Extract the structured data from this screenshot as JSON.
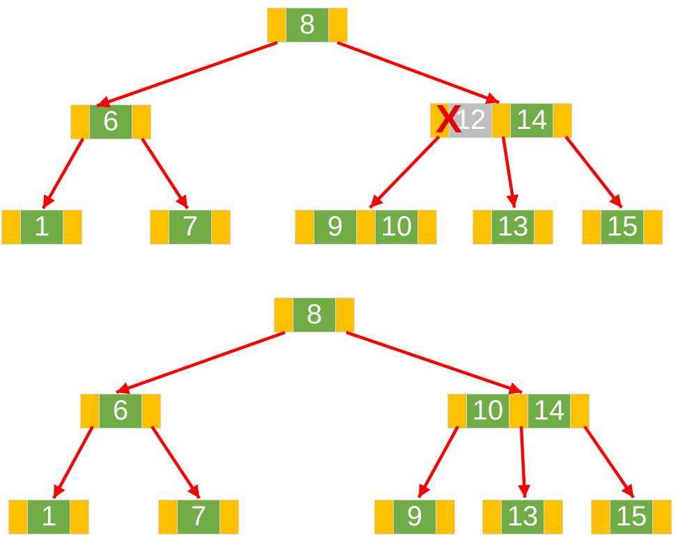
{
  "diagram_type": "b-tree-deletion",
  "colors": {
    "pointer_cell_yellow": "#FFC000",
    "key_cell_green": "#70AD47",
    "deleted_cell_gray": "#BFBFBF",
    "arrow_red": "#FF0000",
    "x_mark_red": "#E60000",
    "key_text_white": "#FFFFFF",
    "cell_border_gray": "#D6D6D6"
  },
  "trees": [
    {
      "name": "before-deletion",
      "delete_marker": "X",
      "deleted_key": "12",
      "nodes": [
        {
          "label": "root",
          "keys": [
            "8"
          ]
        },
        {
          "label": "internal-left",
          "keys": [
            "6"
          ]
        },
        {
          "label": "internal-right",
          "keys": [
            "12",
            "14"
          ]
        },
        {
          "label": "leaf-1",
          "keys": [
            "1"
          ]
        },
        {
          "label": "leaf-7",
          "keys": [
            "7"
          ]
        },
        {
          "label": "leaf-9-10",
          "keys": [
            "9",
            "10"
          ]
        },
        {
          "label": "leaf-13",
          "keys": [
            "13"
          ]
        },
        {
          "label": "leaf-15",
          "keys": [
            "15"
          ]
        }
      ]
    },
    {
      "name": "after-deletion",
      "nodes": [
        {
          "label": "root",
          "keys": [
            "8"
          ]
        },
        {
          "label": "internal-left",
          "keys": [
            "6"
          ]
        },
        {
          "label": "internal-right",
          "keys": [
            "10",
            "14"
          ]
        },
        {
          "label": "leaf-1",
          "keys": [
            "1"
          ]
        },
        {
          "label": "leaf-7",
          "keys": [
            "7"
          ]
        },
        {
          "label": "leaf-9",
          "keys": [
            "9"
          ]
        },
        {
          "label": "leaf-13",
          "keys": [
            "13"
          ]
        },
        {
          "label": "leaf-15",
          "keys": [
            "15"
          ]
        }
      ]
    }
  ]
}
